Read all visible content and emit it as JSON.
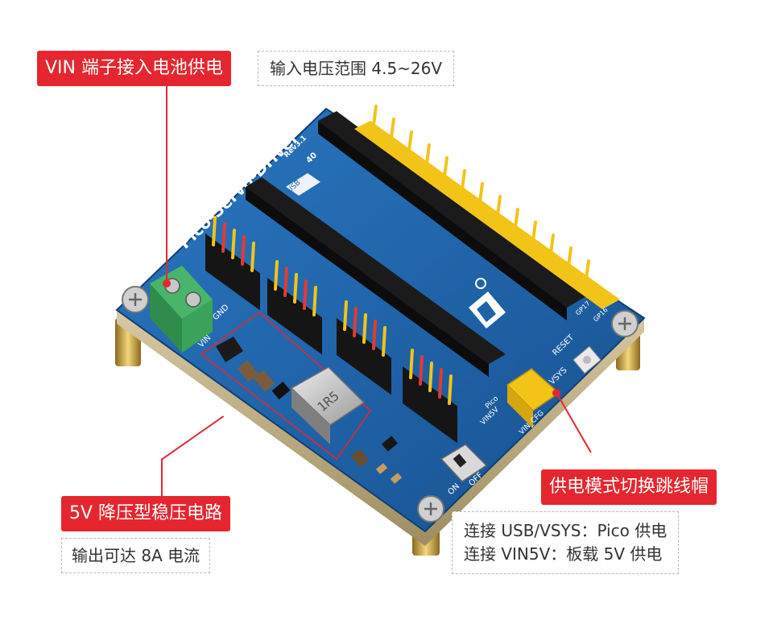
{
  "callouts": {
    "vin_terminal": {
      "title": "VIN 端子接入电池供电",
      "note": "输入电压范围 4.5~26V"
    },
    "regulator": {
      "title": "5V 降压型稳压电路",
      "note": "输出可达 8A 电流"
    },
    "power_switch": {
      "title": "供电模式切换跳线帽",
      "note_line1": "连接 USB/VSYS：Pico 供电",
      "note_line2": "连接 VIN5V：板载 5V 供电"
    }
  },
  "board_silkscreen": {
    "name": "Pico-Servo-Driver",
    "rev": "Rev3.1",
    "usb": "USB",
    "gnd": "GND",
    "vin": "VIN",
    "reset": "RESET",
    "inductor": "1R5",
    "on": "ON",
    "off": "OFF",
    "vin5v": "VIN5V",
    "vin_cfg": "VIN_CFG",
    "vsys": "VSYS",
    "pico": "Pico",
    "pin40": "40",
    "gp17": "GP17",
    "gp16": "GP16"
  },
  "colors": {
    "accent_red": "#e5262f",
    "board_blue": "#1f63a8",
    "header_yellow": "#f2c417",
    "terminal_green": "#3aa35b"
  }
}
